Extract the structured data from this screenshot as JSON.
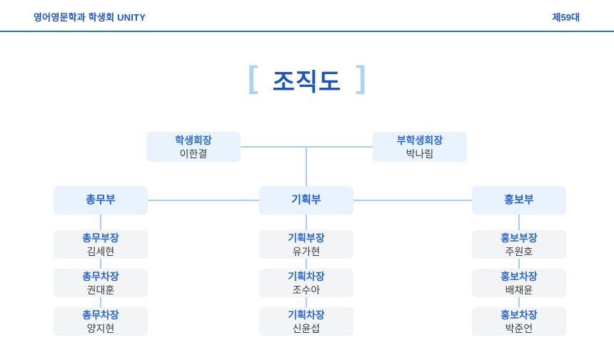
{
  "header": {
    "left_title": "영어영문학과 학생회 UNITY",
    "right_label": "제59대"
  },
  "title": {
    "bracket_left": "[",
    "text": "조직도",
    "bracket_right": "]"
  },
  "org": {
    "president": {
      "role": "학생회장",
      "name": "이한결"
    },
    "vice_president": {
      "role": "부학생회장",
      "name": "박나림"
    },
    "departments": [
      {
        "label": "총무부",
        "members": [
          {
            "role": "총무부장",
            "name": "김세현"
          },
          {
            "role": "총무차장",
            "name": "권대훈"
          },
          {
            "role": "총무차장",
            "name": "양지현"
          }
        ]
      },
      {
        "label": "기획부",
        "members": [
          {
            "role": "기획부장",
            "name": "유가현"
          },
          {
            "role": "기획차장",
            "name": "조수아"
          },
          {
            "role": "기획차장",
            "name": "신윤섭"
          }
        ]
      },
      {
        "label": "홍보부",
        "members": [
          {
            "role": "홍보부장",
            "name": "주원호"
          },
          {
            "role": "홍보차장",
            "name": "배채윤"
          },
          {
            "role": "홍보차장",
            "name": "박준언"
          }
        ]
      }
    ]
  },
  "colors": {
    "header_blue": "#1d55cc",
    "title_blue": "#1b53c9",
    "bracket_light_blue": "#a9d4f6",
    "box_blue_bg": "#e9f3fe",
    "box_gray_bg": "#f3f4f5",
    "role_blue": "#2b67da",
    "name_dark": "#3c3c3c",
    "connector_blue": "#a6cff2",
    "header_rule_blue": "#2e6de0"
  }
}
